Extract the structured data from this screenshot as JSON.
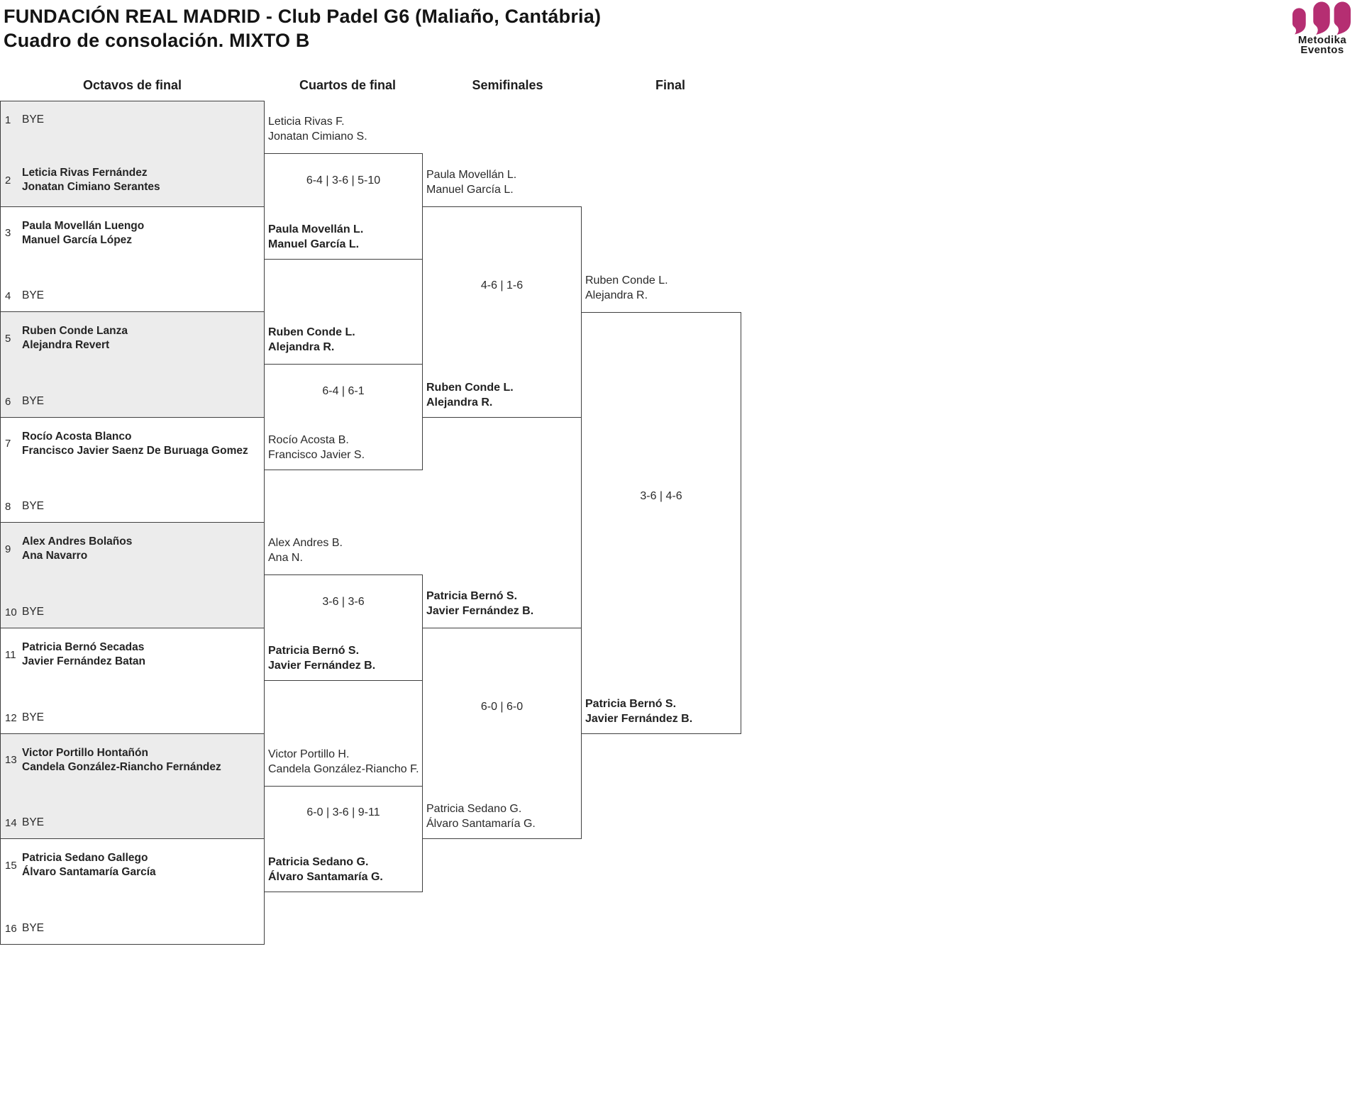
{
  "header": {
    "title_line1": "FUNDACIÓN REAL MADRID - Club Padel G6 (Maliaño, Cantábria)",
    "title_line2": "Cuadro de consolación. MIXTO B"
  },
  "logo": {
    "icon": "metodika-m-icon",
    "line1": "Metodika",
    "line2": "Eventos",
    "accent_color": "#b52e72"
  },
  "round_headers": [
    "Octavos de final",
    "Cuartos de final",
    "Semifinales",
    "Final"
  ],
  "bracket": {
    "round16": [
      {
        "seed": "1",
        "name1": "BYE",
        "name2": ""
      },
      {
        "seed": "2",
        "name1": "Leticia Rivas Fernández",
        "name2": "Jonatan Cimiano Serantes"
      },
      {
        "seed": "3",
        "name1": "Paula Movellán Luengo",
        "name2": "Manuel García López"
      },
      {
        "seed": "4",
        "name1": "BYE",
        "name2": ""
      },
      {
        "seed": "5",
        "name1": "Ruben Conde Lanza",
        "name2": "Alejandra Revert"
      },
      {
        "seed": "6",
        "name1": "BYE",
        "name2": ""
      },
      {
        "seed": "7",
        "name1": "Rocío Acosta Blanco",
        "name2": "Francisco Javier Saenz De Buruaga Gomez"
      },
      {
        "seed": "8",
        "name1": "BYE",
        "name2": ""
      },
      {
        "seed": "9",
        "name1": "Alex Andres Bolaños",
        "name2": "Ana Navarro"
      },
      {
        "seed": "10",
        "name1": "BYE",
        "name2": ""
      },
      {
        "seed": "11",
        "name1": "Patricia Bernó Secadas",
        "name2": "Javier Fernández Batan"
      },
      {
        "seed": "12",
        "name1": "BYE",
        "name2": ""
      },
      {
        "seed": "13",
        "name1": "Victor Portillo Hontañón",
        "name2": "Candela González-Riancho Fernández"
      },
      {
        "seed": "14",
        "name1": "BYE",
        "name2": ""
      },
      {
        "seed": "15",
        "name1": "Patricia Sedano Gallego",
        "name2": "Álvaro Santamaría García"
      },
      {
        "seed": "16",
        "name1": "BYE",
        "name2": ""
      }
    ],
    "quarterfinals": [
      {
        "top1": "Leticia Rivas F.",
        "top2": "Jonatan Cimiano S.",
        "score": "6-4 | 3-6 | 5-10",
        "bottom1": "Paula Movellán L.",
        "bottom2": "Manuel García L.",
        "winner": "bottom"
      },
      {
        "top1": "Ruben Conde L.",
        "top2": "Alejandra R.",
        "score": "6-4 | 6-1",
        "bottom1": "Rocío Acosta B.",
        "bottom2": "Francisco Javier S.",
        "winner": "top"
      },
      {
        "top1": "Alex Andres B.",
        "top2": "Ana N.",
        "score": "3-6 | 3-6",
        "bottom1": "Patricia Bernó S.",
        "bottom2": "Javier Fernández B.",
        "winner": "bottom"
      },
      {
        "top1": "Victor Portillo H.",
        "top2": "Candela González-Riancho F.",
        "score": "6-0 | 3-6 | 9-11",
        "bottom1": "Patricia Sedano G.",
        "bottom2": "Álvaro Santamaría G.",
        "winner": "bottom"
      }
    ],
    "semifinals": [
      {
        "top1": "Paula Movellán L.",
        "top2": "Manuel García L.",
        "score": "4-6 | 1-6",
        "bottom1": "Ruben Conde L.",
        "bottom2": "Alejandra R.",
        "winner": "bottom"
      },
      {
        "top1": "Patricia Bernó S.",
        "top2": "Javier Fernández B.",
        "score": "6-0 | 6-0",
        "bottom1": "Patricia Sedano G.",
        "bottom2": "Álvaro Santamaría G.",
        "winner": "top"
      }
    ],
    "final": {
      "top1": "Ruben Conde L.",
      "top2": "Alejandra R.",
      "score": "3-6 | 4-6",
      "bottom1": "Patricia Bernó S.",
      "bottom2": "Javier Fernández B.",
      "winner": "bottom"
    }
  },
  "colors": {
    "bye_row_fill": "#ececec",
    "border": "#3f3f3f",
    "text": "#2a2a2a",
    "accent": "#b52e72"
  }
}
